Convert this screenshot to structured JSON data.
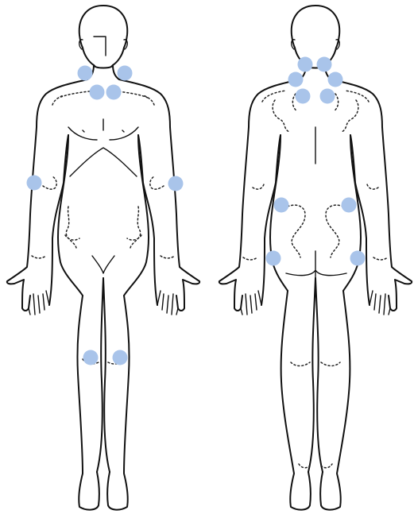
{
  "colors": {
    "outline": "#111111",
    "tender_point": "#a9c4ea",
    "background": "#ffffff"
  },
  "views": [
    {
      "id": "front",
      "figure": "body-front-view"
    },
    {
      "id": "back",
      "figure": "body-back-view"
    }
  ],
  "tender_points": {
    "front": [
      "neck-left",
      "neck-right",
      "upper-chest-left",
      "upper-chest-right",
      "elbow-left",
      "elbow-right",
      "knee-left",
      "knee-right"
    ],
    "back": [
      "neck-base-left",
      "neck-base-right",
      "trapezius-left",
      "trapezius-right",
      "shoulder-blade-left",
      "shoulder-blade-right",
      "upper-buttock-left",
      "upper-buttock-right",
      "hip-left",
      "hip-right"
    ]
  }
}
